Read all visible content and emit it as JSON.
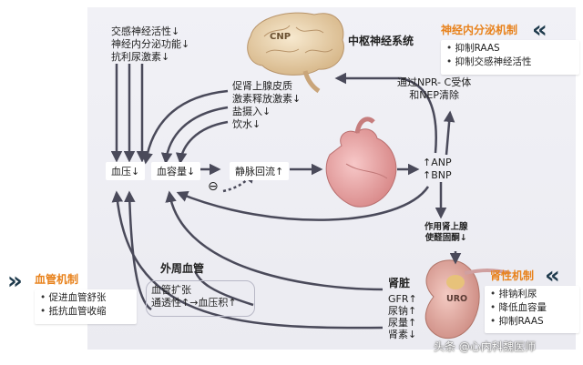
{
  "title_cns": "中枢神经系统",
  "top_left_effects": [
    "交感神经活性↓",
    "神经内分泌功能↓",
    "抗利尿激素↓"
  ],
  "middle_effects": [
    "促肾上腺皮质",
    "激素释放激素↓",
    "盐摄入↓",
    "饮水↓"
  ],
  "npr_clearance": [
    "通过NPR- C受体",
    "和NEP清除"
  ],
  "bp_label": "血压↓",
  "blood_volume_label": "血容量↓",
  "venous_return_label": "静脉回流↑",
  "peptide_labels": [
    "↑ANP",
    "↑BNP"
  ],
  "adrenal_label": [
    "作用肾上腺",
    "使醛固酮↓"
  ],
  "minus_symbol": "⊖",
  "peripheral_vessel_title": "外周血管",
  "peripheral_effects": [
    "血管扩张",
    "通透性↑→血压积↑"
  ],
  "kidney_title": "肾脏",
  "kidney_effects": [
    "GFR↑",
    "尿钠↑",
    "尿量↑",
    "肾素↓"
  ],
  "brain_label": "CNP",
  "kidney_organ_label": "URO",
  "neuro_box": {
    "title": "神经内分泌机制",
    "items": [
      "抑制RAAS",
      "抑制交感神经活性"
    ]
  },
  "vascular_box": {
    "title": "血管机制",
    "items": [
      "促进血管舒张",
      "抵抗血管收缩"
    ]
  },
  "renal_box": {
    "title": "肾性机制",
    "items": [
      "排钠利尿",
      "降低血容量",
      "抑制RAAS"
    ]
  },
  "watermark": "头条 @心内科魏医师",
  "colors": {
    "accent": "#e8821c",
    "arrow": "#4a4a5a",
    "chevron": "#1f3b4d"
  }
}
